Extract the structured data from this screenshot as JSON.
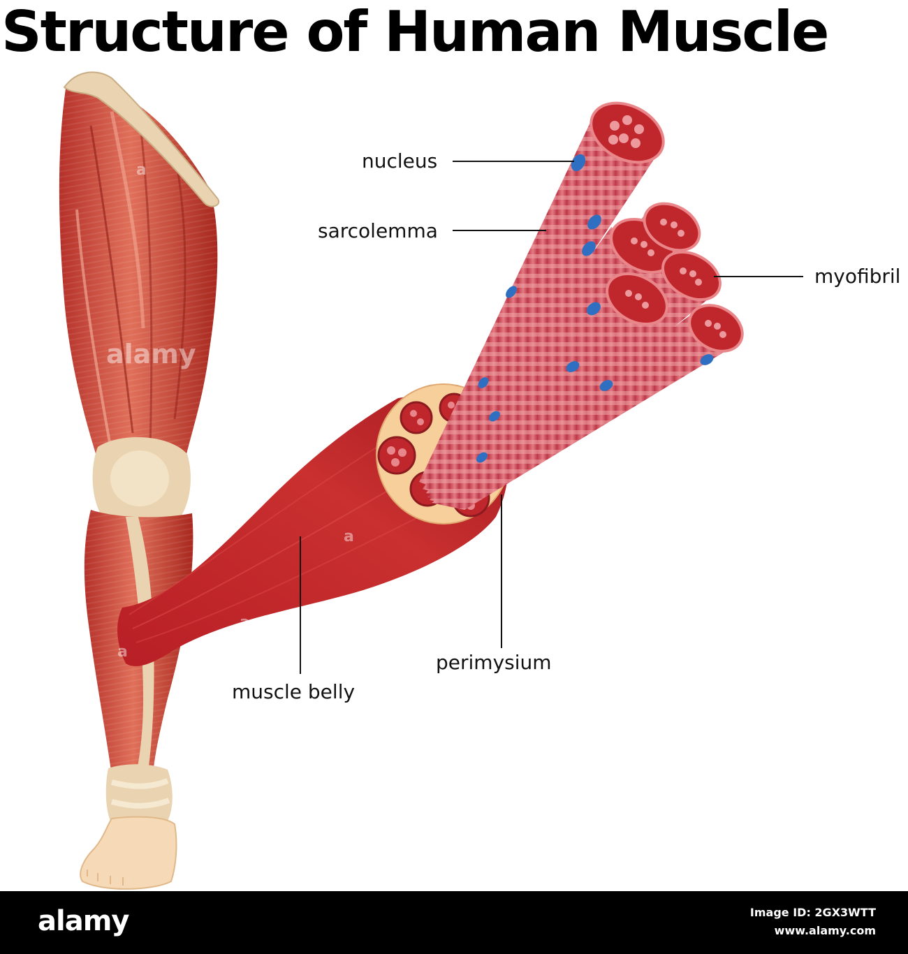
{
  "title": "Structure of Human Muscle",
  "labels": {
    "nucleus": "nucleus",
    "sarcolemma": "sarcolemma",
    "myofibril": "myofibril",
    "perimysium": "perimysium",
    "muscle_belly": "muscle belly"
  },
  "watermark": {
    "brand": "alamy",
    "mark": "a"
  },
  "footer": {
    "brand": "alamy",
    "image_id": "Image ID: 2GX3WTT",
    "site": "www.alamy.com"
  },
  "colors": {
    "muscle_red": "#c0272d",
    "muscle_light": "#e05b4c",
    "tendon": "#ead3b0",
    "fascicle_fill": "#f6cf9a",
    "fiber_pink": "#d9586a",
    "nucleus_blue": "#2f6fc2",
    "footer_bg": "#000000"
  }
}
